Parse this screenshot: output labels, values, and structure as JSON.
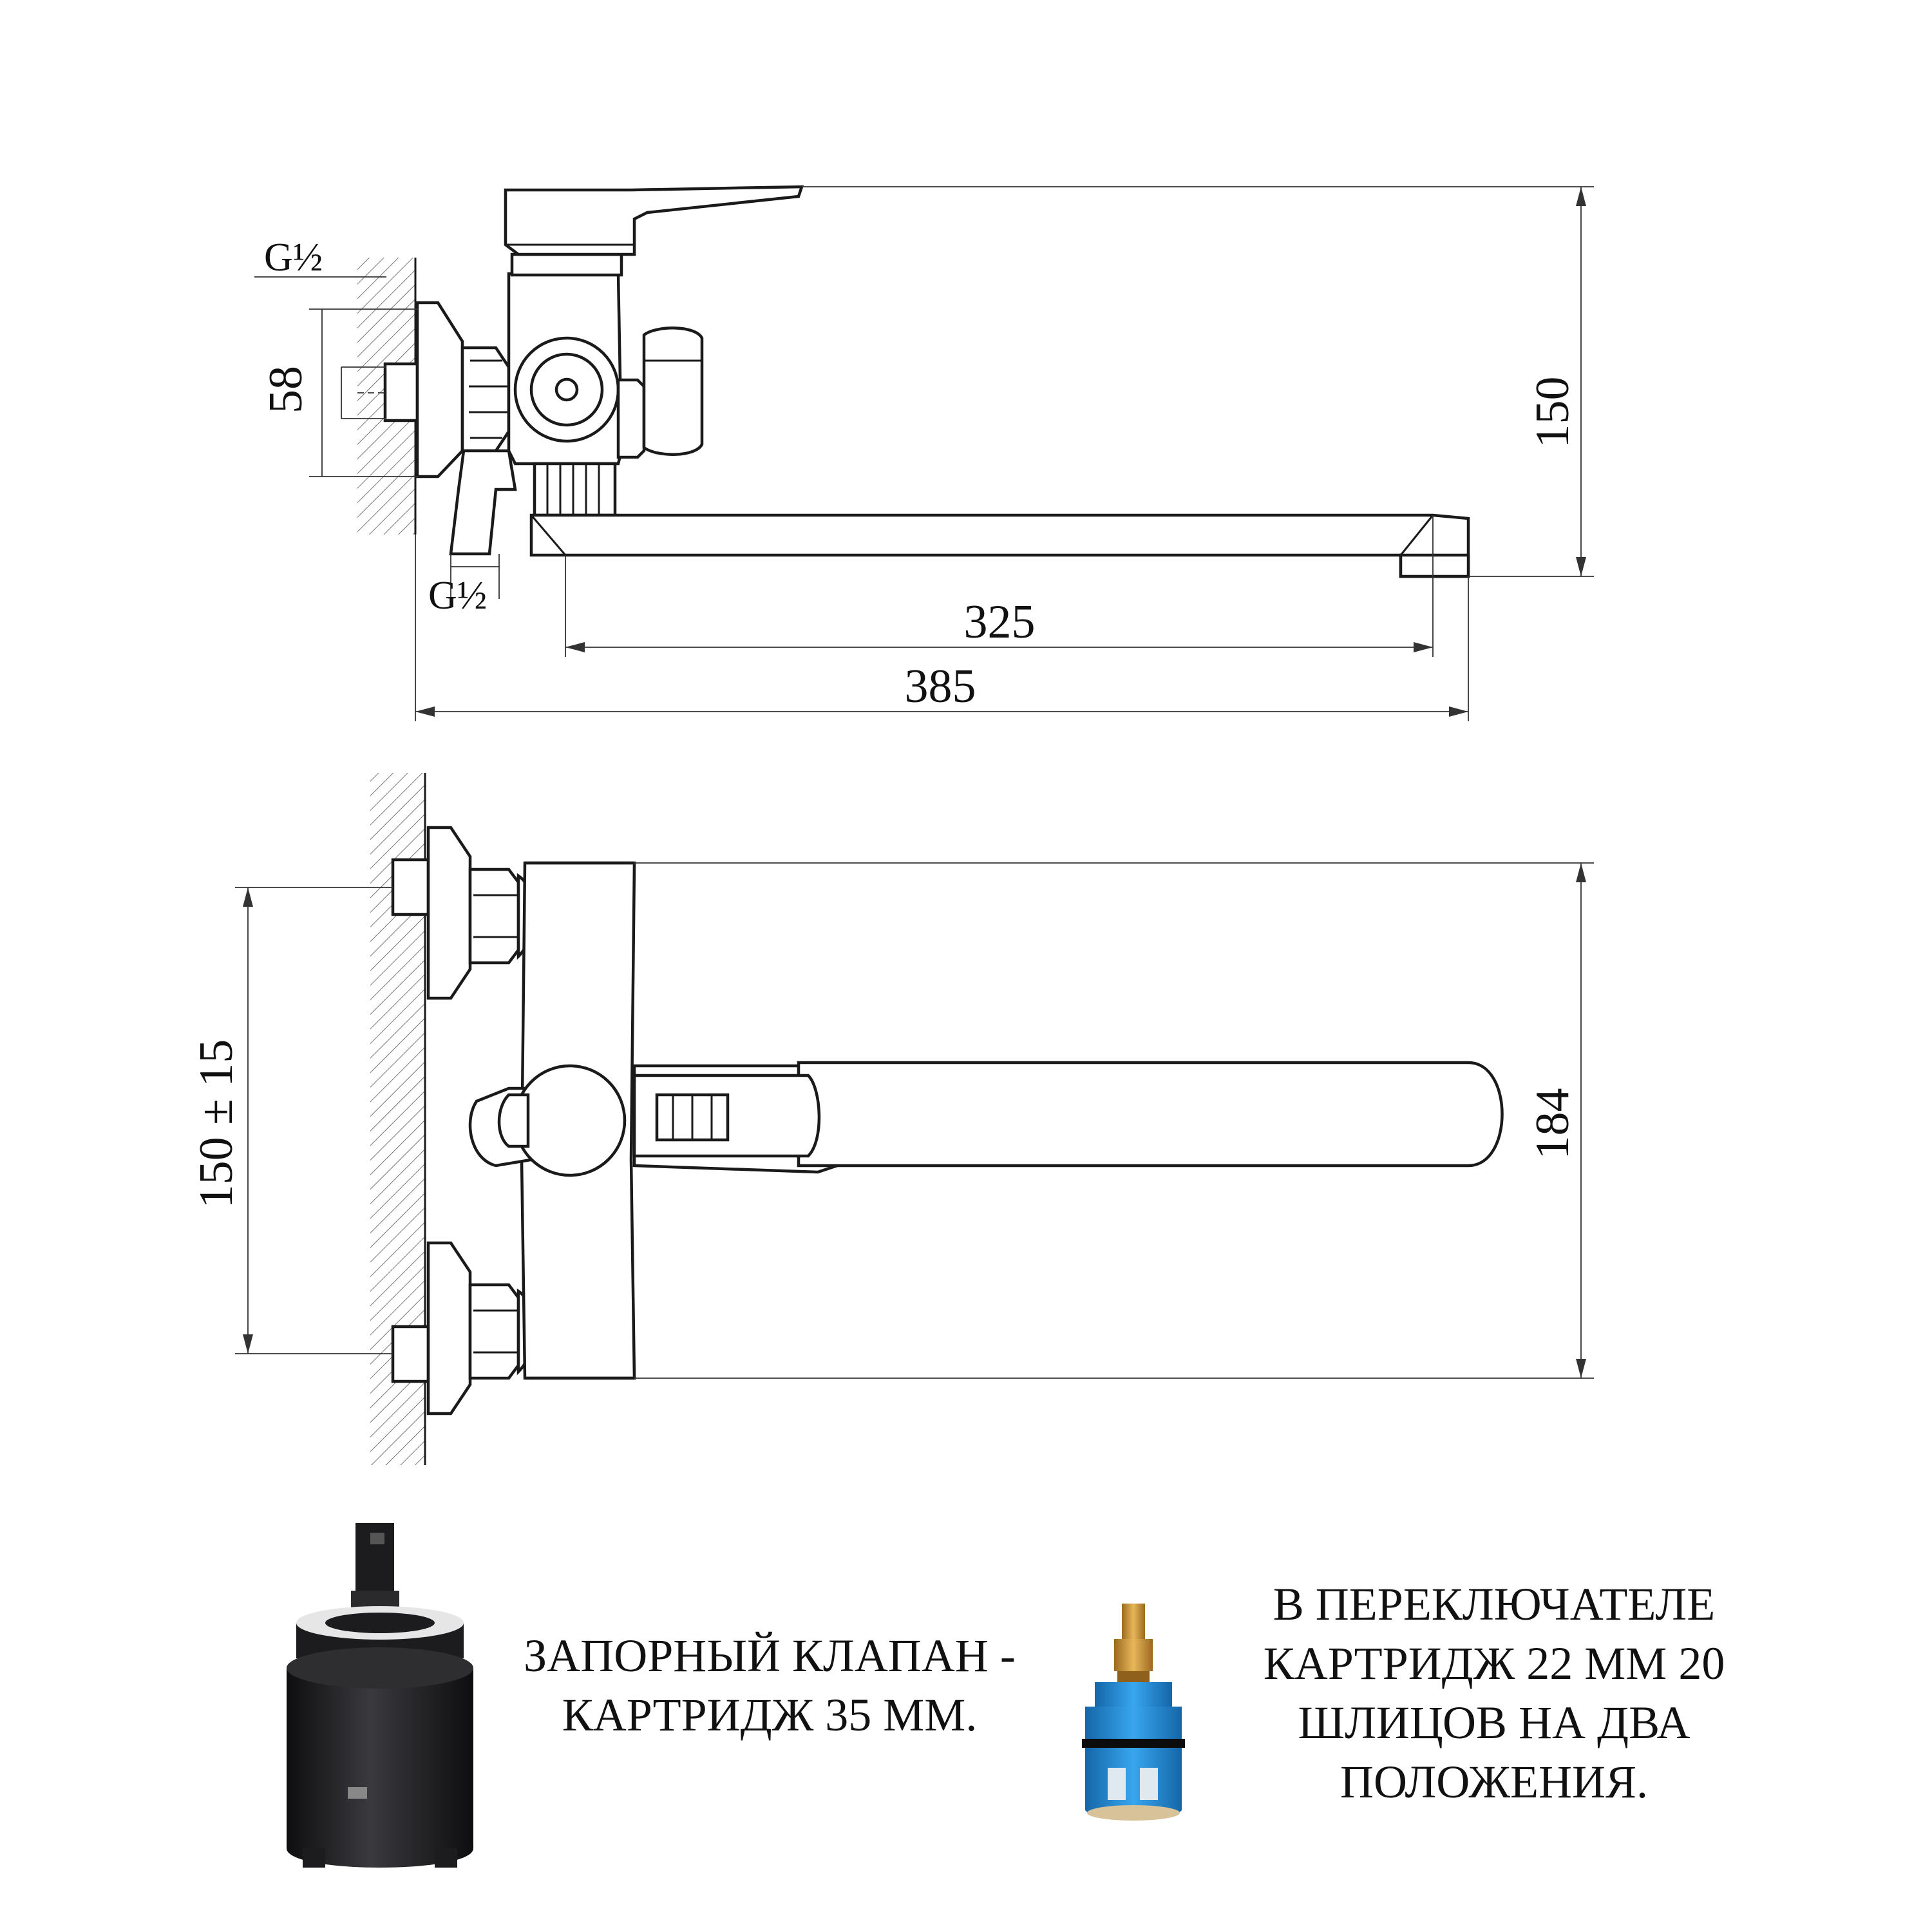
{
  "top_view": {
    "thread_top": "G½",
    "thread_bottom": "G½",
    "dim_inlet": "58",
    "dim_height": "150",
    "dim_spout": "325",
    "dim_total": "385"
  },
  "front_view": {
    "dim_centers": "150 ± 15",
    "dim_spout_height": "184"
  },
  "captions": {
    "left_lines": [
      "ЗАПОРНЫЙ КЛАПАН -",
      "КАРТРИДЖ 35 ММ."
    ],
    "right_lines": [
      "В ПЕРЕКЛЮЧАТЕЛЕ",
      "КАРТРИДЖ 22 ММ 20",
      "ШЛИЦОВ НА ДВА",
      "ПОЛОЖЕНИЯ."
    ]
  },
  "colors": {
    "cartridge_black": "#1c1c1e",
    "cartridge_blue": "#1f8fd6",
    "brass": "#c8953a"
  }
}
